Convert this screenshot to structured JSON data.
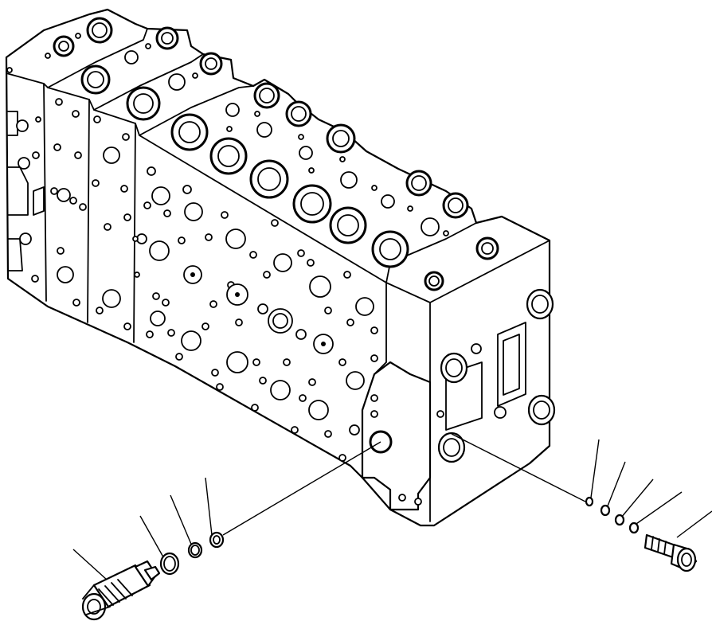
{
  "diagram": {
    "style": "exploded-view line drawing",
    "colors": {
      "line": "#000000",
      "background": "#ffffff"
    },
    "parts": [
      {
        "id": "valve-assembly",
        "icon": "hydraulic-control-valve-block"
      },
      {
        "id": "relief-valve-cartridge",
        "icon": "cartridge-valve"
      },
      {
        "id": "o-ring-large-left",
        "icon": "o-ring"
      },
      {
        "id": "backup-ring-left",
        "icon": "backup-ring"
      },
      {
        "id": "o-ring-small-left",
        "icon": "o-ring"
      },
      {
        "id": "o-ring-right-1",
        "icon": "o-ring"
      },
      {
        "id": "o-ring-right-2",
        "icon": "o-ring"
      },
      {
        "id": "o-ring-right-3",
        "icon": "o-ring"
      },
      {
        "id": "o-ring-right-4",
        "icon": "o-ring"
      },
      {
        "id": "plug-right",
        "icon": "threaded-plug"
      }
    ]
  }
}
